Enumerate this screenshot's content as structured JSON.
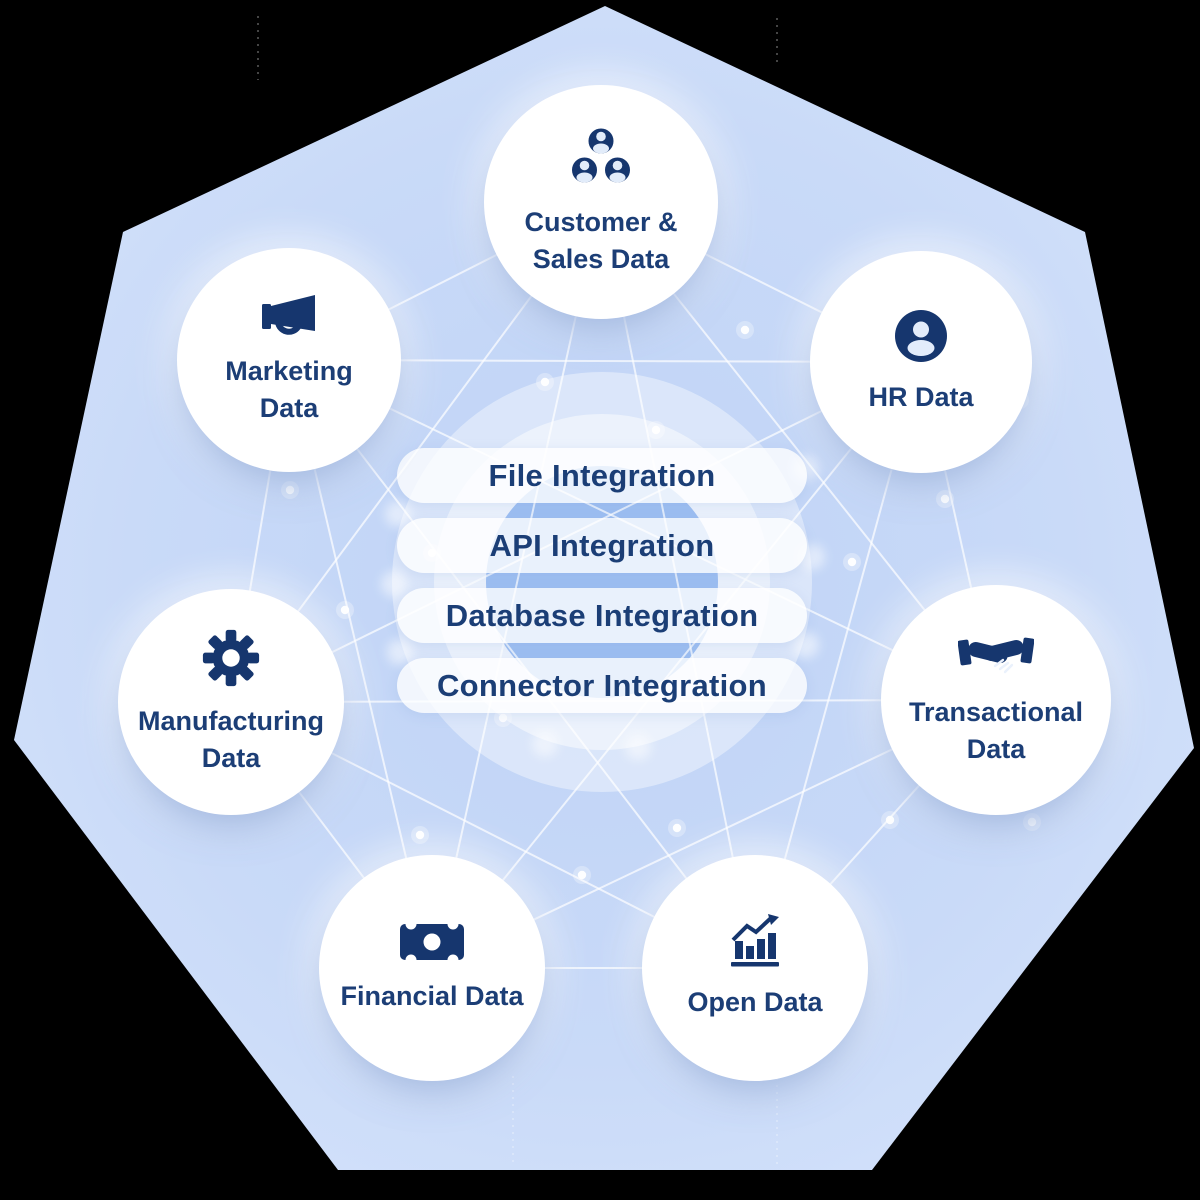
{
  "center": {
    "pills": [
      {
        "label": "File Integration"
      },
      {
        "label": "API Integration"
      },
      {
        "label": "Database Integration"
      },
      {
        "label": "Connector Integration"
      }
    ]
  },
  "nodes": [
    {
      "id": "customer-sales-data",
      "icon": "people-group-icon",
      "line1": "Customer &",
      "line2": "Sales Data"
    },
    {
      "id": "hr-data",
      "icon": "person-icon",
      "line1": "HR Data"
    },
    {
      "id": "transactional-data",
      "icon": "handshake-icon",
      "line1": "Transactional",
      "line2": "Data"
    },
    {
      "id": "open-data",
      "icon": "growth-chart-icon",
      "line1": "Open Data"
    },
    {
      "id": "financial-data",
      "icon": "banknote-icon",
      "line1": "Financial Data"
    },
    {
      "id": "manufacturing-data",
      "icon": "gear-icon",
      "line1": "Manufacturing",
      "line2": "Data"
    },
    {
      "id": "marketing-data",
      "icon": "megaphone-icon",
      "line1": "Marketing",
      "line2": "Data"
    }
  ],
  "colors": {
    "icon_navy": "#16366e",
    "text_navy": "#1c3e76",
    "heptagon_fill": "#c9daf8",
    "center_circle_fill": "#9dbef1",
    "connector_line": "#ffffff"
  }
}
